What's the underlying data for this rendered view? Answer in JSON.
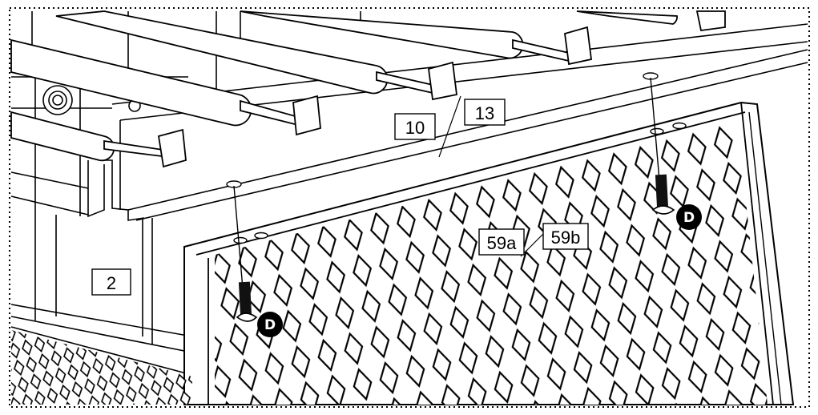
{
  "callouts": {
    "part_10": "10",
    "part_13": "13",
    "part_2": "2",
    "part_59a": "59a",
    "part_59b": "59b"
  },
  "fasteners": {
    "screw_right_label": "D",
    "screw_left_label": "D"
  },
  "colors": {
    "line": "#000000",
    "background": "#ffffff",
    "badge": "#000000",
    "badge_text": "#ffffff"
  }
}
